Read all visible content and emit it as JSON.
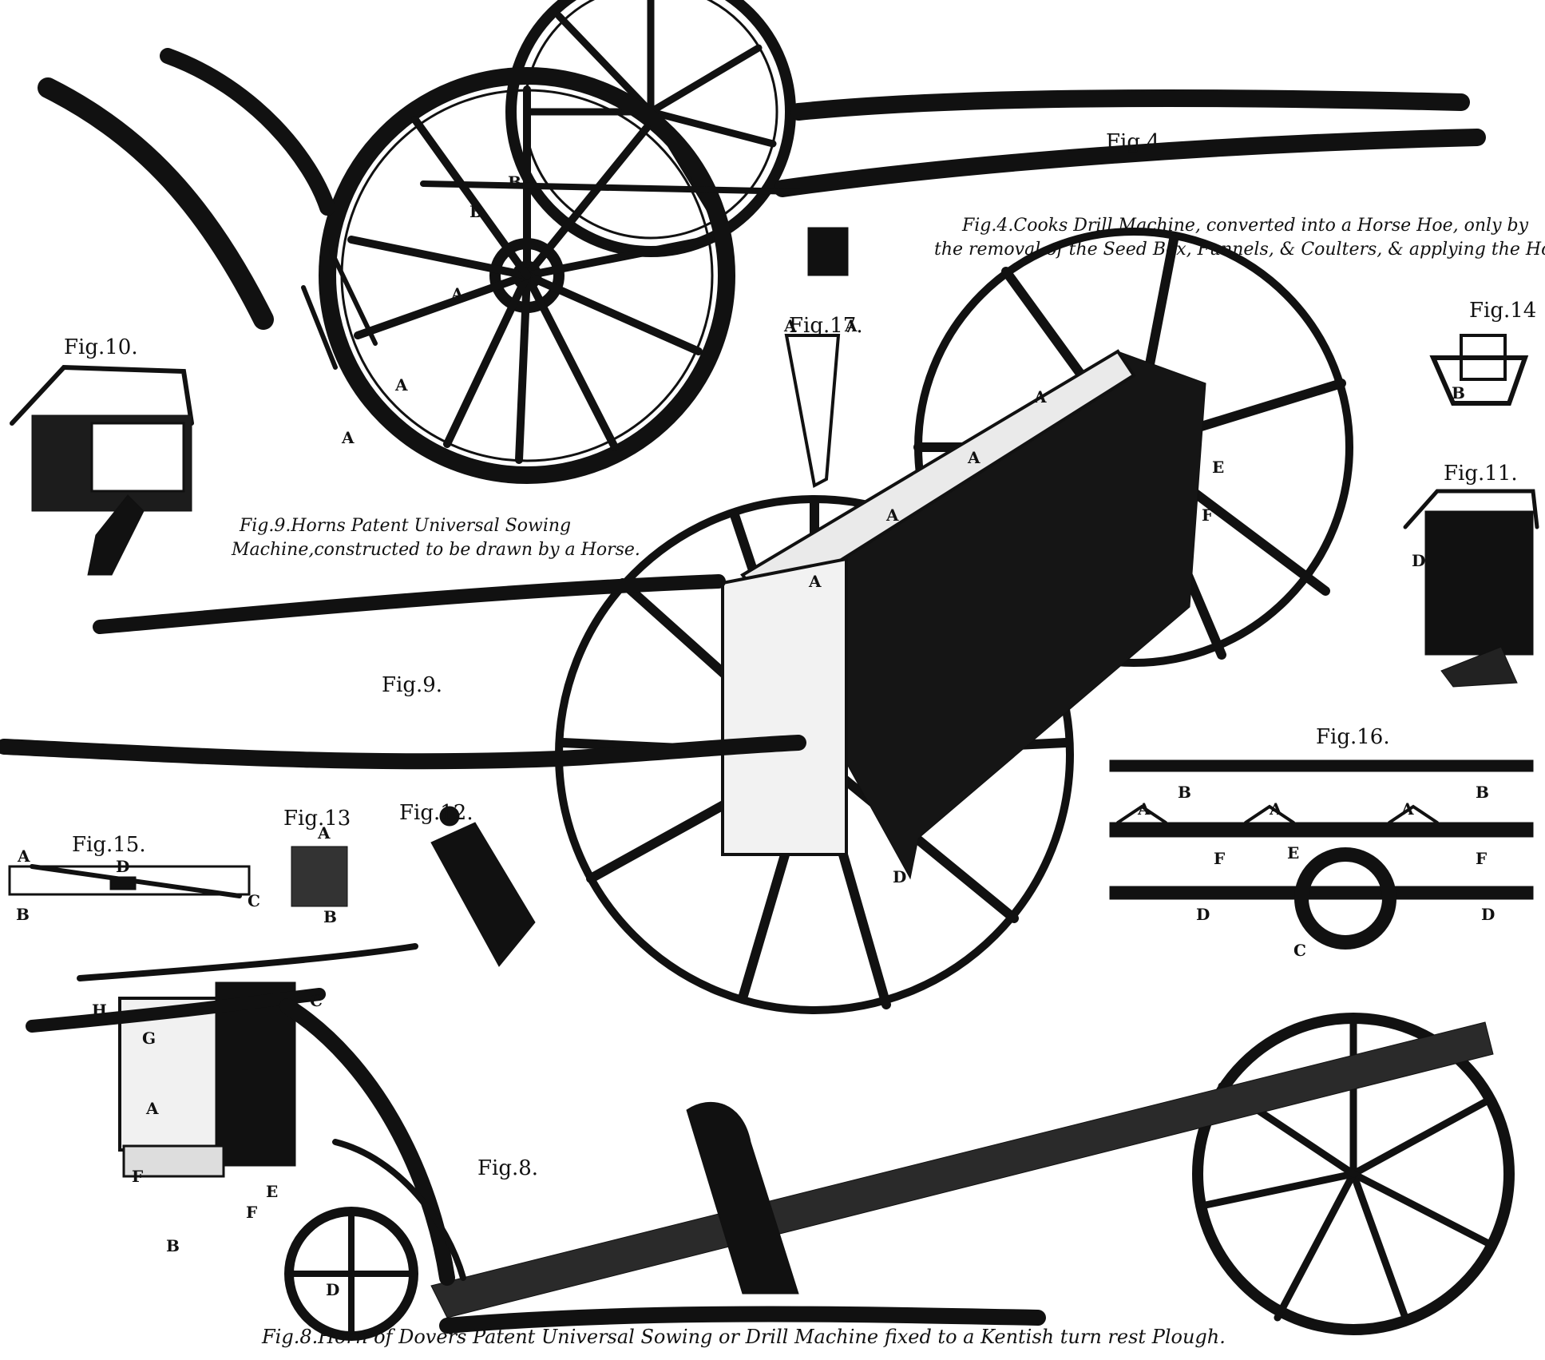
{
  "figures": {
    "fig4": {
      "label": "Fig.4.",
      "caption_1": "Fig.4.Cooks Drill Machine, converted into a Horse Hoe, only by",
      "caption_2": "the removal of the Seed Box, Funnels, & Coulters, & applying the Hoe."
    },
    "fig8": {
      "label": "Fig.8.",
      "caption": "Fig.8.Horn of Dovers Patent Universal Sowing or Drill Machine fixed to a Kentish turn rest Plough."
    },
    "fig9": {
      "label": "Fig.9.",
      "caption_1": "Fig.9.Horns Patent Universal Sowing",
      "caption_2": "Machine,constructed to be drawn by a Horse."
    },
    "fig10": {
      "label": "Fig.10."
    },
    "fig11": {
      "label": "Fig.11."
    },
    "fig12": {
      "label": "Fig.12."
    },
    "fig13": {
      "label": "Fig.13"
    },
    "fig14": {
      "label": "Fig.14"
    },
    "fig15": {
      "label": "Fig.15."
    },
    "fig16": {
      "label": "Fig.16."
    },
    "fig17": {
      "label": "Fig.17."
    }
  },
  "letters": {
    "A": "A",
    "B": "B",
    "C": "C",
    "D": "D",
    "E": "E",
    "F": "F",
    "G": "G",
    "H": "H"
  },
  "colors": {
    "ink": "#111111",
    "paper": "#ffffff",
    "shade": "#2a2a2a"
  }
}
